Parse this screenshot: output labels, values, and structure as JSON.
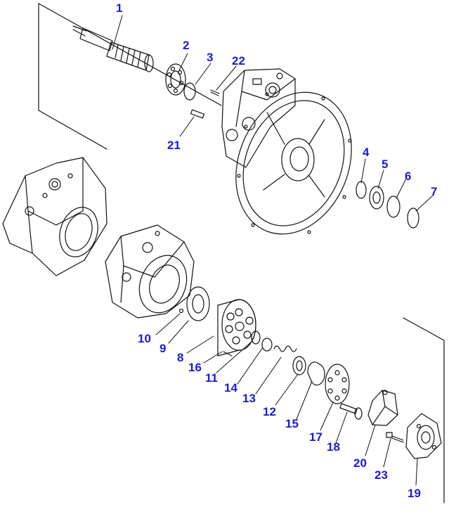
{
  "diagram": {
    "callouts": [
      {
        "id": "c1",
        "label": "1"
      },
      {
        "id": "c2",
        "label": "2"
      },
      {
        "id": "c3",
        "label": "3"
      },
      {
        "id": "c22",
        "label": "22"
      },
      {
        "id": "c21",
        "label": "21"
      },
      {
        "id": "c4",
        "label": "4"
      },
      {
        "id": "c5",
        "label": "5"
      },
      {
        "id": "c6",
        "label": "6"
      },
      {
        "id": "c7",
        "label": "7"
      },
      {
        "id": "c10",
        "label": "10"
      },
      {
        "id": "c9",
        "label": "9"
      },
      {
        "id": "c8",
        "label": "8"
      },
      {
        "id": "c16",
        "label": "16"
      },
      {
        "id": "c11",
        "label": "11"
      },
      {
        "id": "c14",
        "label": "14"
      },
      {
        "id": "c13",
        "label": "13"
      },
      {
        "id": "c12",
        "label": "12"
      },
      {
        "id": "c15",
        "label": "15"
      },
      {
        "id": "c17",
        "label": "17"
      },
      {
        "id": "c18",
        "label": "18"
      },
      {
        "id": "c20",
        "label": "20"
      },
      {
        "id": "c23",
        "label": "23"
      },
      {
        "id": "c19",
        "label": "19"
      }
    ],
    "colors": {
      "callout": "#1a1ad6",
      "line_art": "#111111",
      "background": "#ffffff"
    }
  }
}
